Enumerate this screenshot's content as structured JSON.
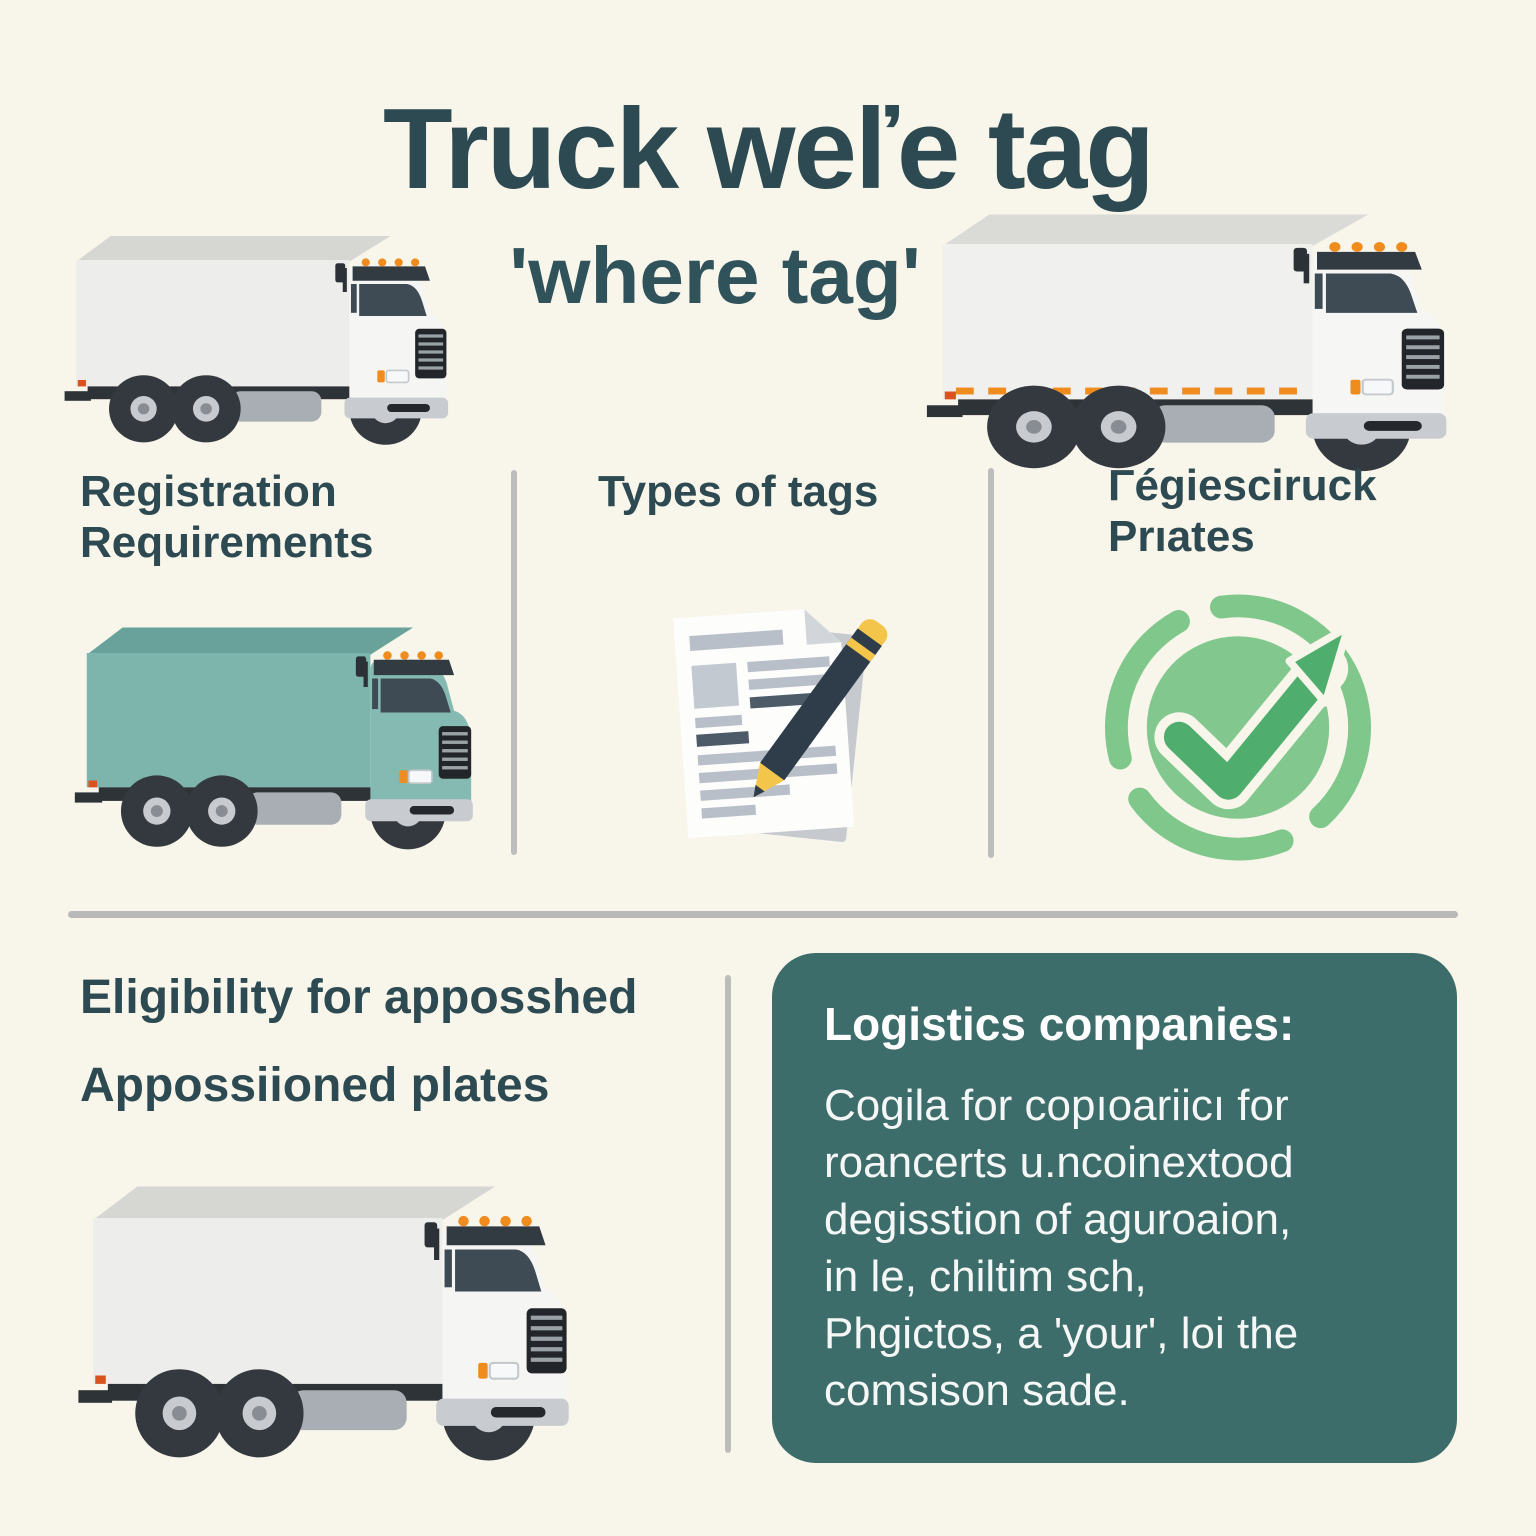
{
  "page": {
    "title": "Truck weľe tag",
    "subtitle": "'where tag'",
    "background_color": "#f8f5ea"
  },
  "columns": {
    "registration": {
      "heading": "Registration Requirements"
    },
    "types": {
      "heading": "Types of tags"
    },
    "plates": {
      "heading": "Γégiesciruck Prıates"
    }
  },
  "bottom": {
    "eligibility": {
      "line1": "Eligibility for apposshed",
      "line2": "Appossiioned plates"
    },
    "panel": {
      "heading": "Logistics companies:",
      "body_lines": [
        "Cogila for copıoariicı for",
        "roancerts u.ncoinextood",
        "degisstion of aguroaion,",
        "in le, chiltim sch,",
        "Phgictos, a 'your', loi the",
        "comsison sade."
      ]
    }
  },
  "icons": {
    "document": "document-pencil-icon",
    "check": "check-circle-arrow-icon",
    "trucks": [
      "white-box-truck",
      "white-box-truck-large",
      "teal-box-truck",
      "white-box-truck-bottom"
    ]
  },
  "colors": {
    "heading_text": "#2d4a52",
    "panel_background": "#3d6d6b",
    "panel_text": "#ffffff",
    "teal_truck": "#7db4ac",
    "accent_orange": "#f08c1e",
    "check_green": "#4fae6d",
    "ring_green": "#82c88e",
    "divider_gray": "#bdbdbd"
  }
}
